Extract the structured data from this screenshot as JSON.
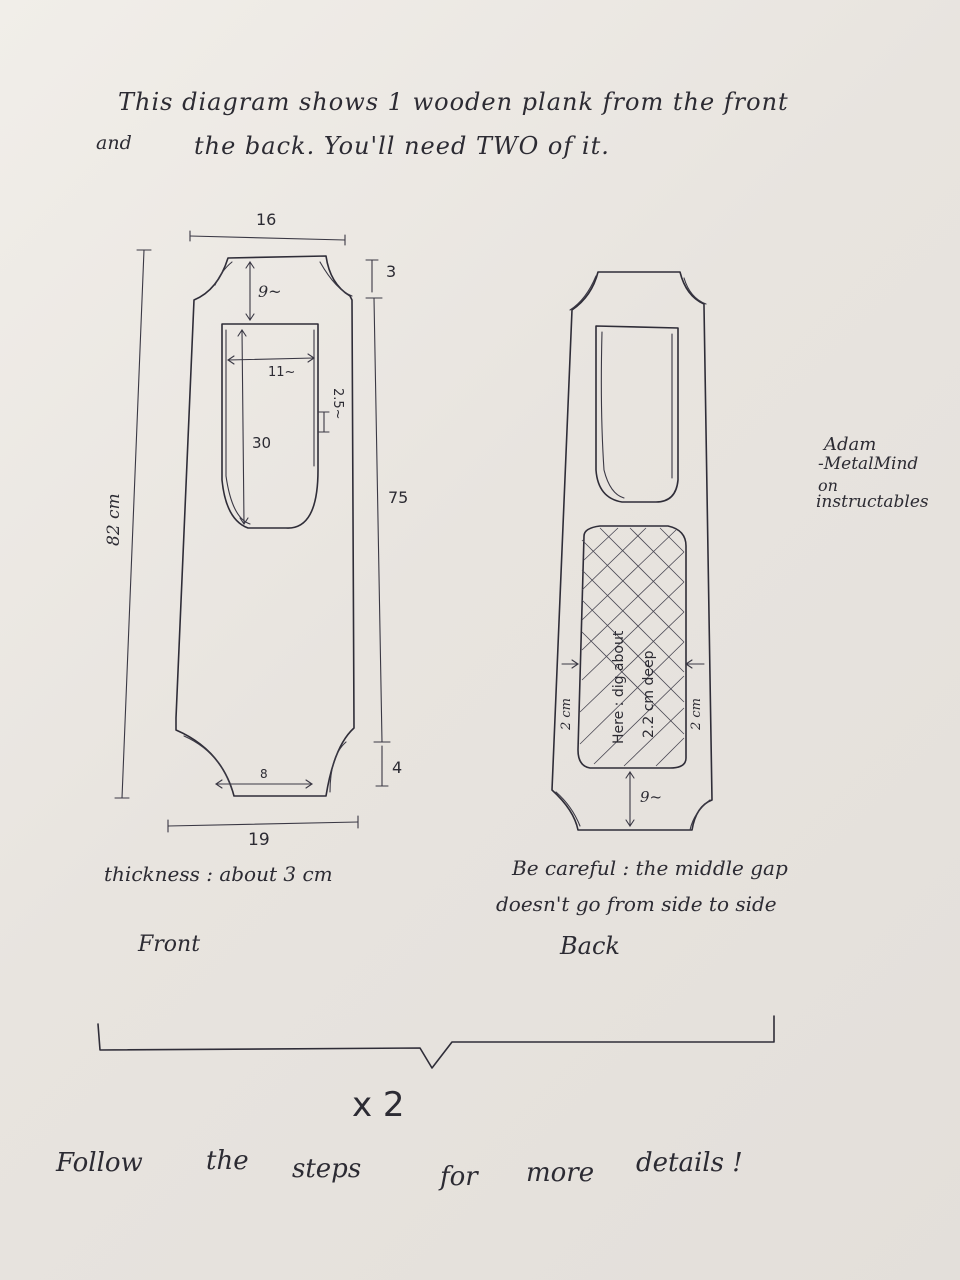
{
  "header": {
    "line1": "This diagram shows 1 wooden plank from the front",
    "line2_a": "and",
    "line2_b": "the back. You'll need TWO of it."
  },
  "front": {
    "dim_top_width": "16",
    "dim_bottom_width": "19",
    "dim_total_height": "82 cm",
    "dim_main_height": "75",
    "dim_top_end": "3",
    "dim_bottom_end": "4",
    "dim_top_margin": "9~",
    "dim_slot_width": "11~",
    "dim_slot_height": "30",
    "dim_slot_depth": "2.5~",
    "dim_bottom_inner": "8",
    "thickness_note": "thickness : about 3 cm",
    "label": "Front"
  },
  "back": {
    "dig_note_line1": "Here : dig about",
    "dig_note_line2": "2.2 cm deep",
    "dim_left_margin": "2 cm",
    "dim_right_margin": "2 cm",
    "dim_bottom_margin": "9~",
    "caution_line1": "Be careful : the middle gap",
    "caution_line2": "doesn't go from side to side",
    "label": "Back"
  },
  "credit": {
    "line1": "Adam",
    "line2": "-MetalMind",
    "line3": "on",
    "line4": "instructables"
  },
  "multiplier": "x 2",
  "footer": {
    "w1": "Follow",
    "w2": "the",
    "w3": "steps",
    "w4": "for",
    "w5": "more",
    "w6": "details !"
  }
}
